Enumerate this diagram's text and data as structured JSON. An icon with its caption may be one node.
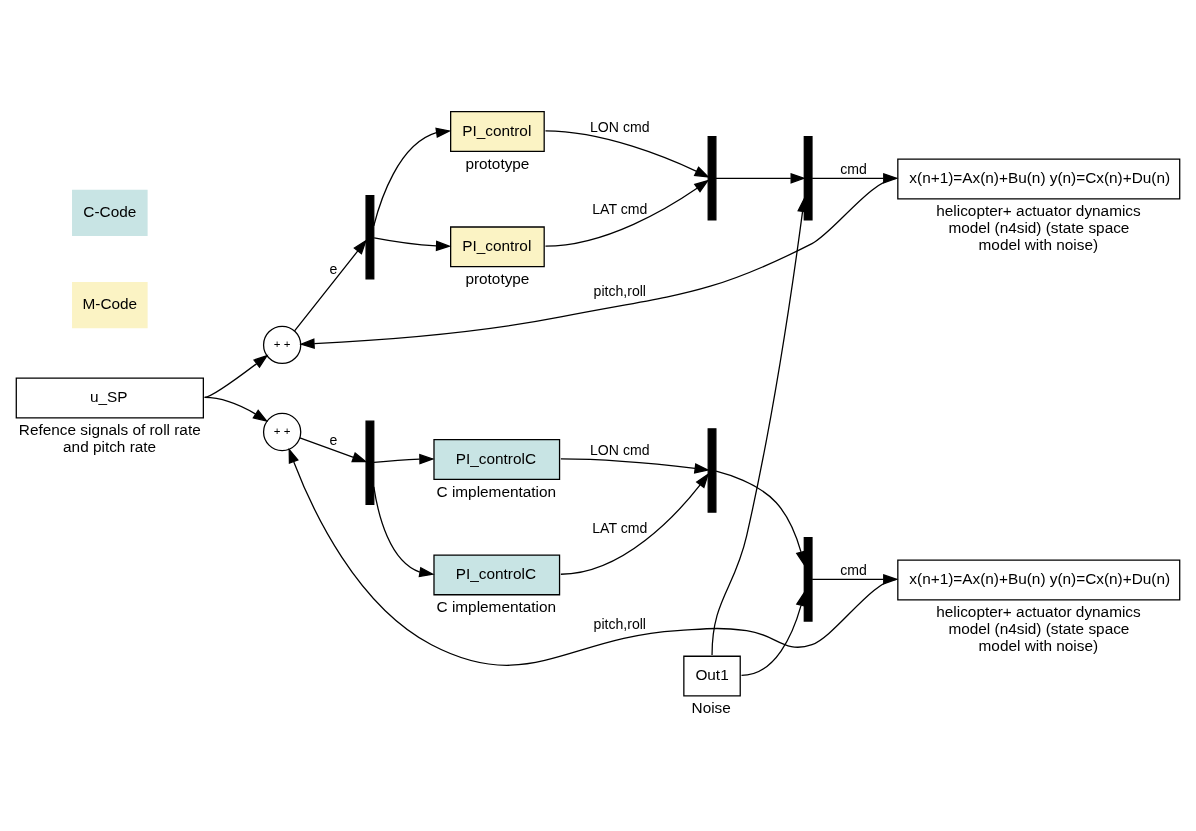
{
  "diagram": {
    "nodes": [
      {
        "text": [
          "u_SP"
        ],
        "beside": [
          "Refence signals of roll rate and pitch rate"
        ]
      },
      {
        "text": [
          "+ +"
        ]
      },
      {
        "text": [],
        "shape": "bar"
      },
      {
        "text": [
          "PI_control"
        ],
        "beside": [
          "prototype"
        ]
      },
      {
        "text": [
          "PI_control"
        ],
        "beside": [
          "prototype"
        ]
      },
      {
        "text": [],
        "shape": "bar"
      },
      {
        "text": [],
        "shape": "bar"
      },
      {
        "text": [
          "x(n+1)=Ax(n)+Bu(n) y(n)=Cx(n)+Du(n)"
        ],
        "beside": [
          "helicopter+ actuator dynamics model (n4sid) (state space model with noise)"
        ]
      },
      {
        "text": [
          "Out1"
        ],
        "beside": [
          "Noise"
        ]
      },
      {
        "text": [
          "+ +"
        ]
      },
      {
        "text": [],
        "shape": "bar"
      },
      {
        "text": [
          "PI_controlC"
        ],
        "beside": [
          "C implementation"
        ]
      },
      {
        "text": [
          "PI_controlC"
        ],
        "beside": [
          "C implementation"
        ]
      },
      {
        "text": [],
        "shape": "bar"
      },
      {
        "text": [],
        "shape": "bar"
      },
      {
        "text": [
          "x(n+1)=Ax(n)+Bu(n) y(n)=Cx(n)+Du(n)"
        ],
        "beside": [
          "helicopter+ actuator dynamics model (n4sid) (state space model with noise)"
        ]
      }
    ],
    "edges": [
      {
        "from": 0,
        "to": 1,
        "arrow": "to"
      },
      {
        "from": 0,
        "to": 9,
        "arrow": "to"
      },
      {
        "from": 1,
        "to": 2,
        "arrow": "to",
        "label": "e"
      },
      {
        "from": 2,
        "to": 3,
        "arrow": "to"
      },
      {
        "from": 2,
        "to": 4,
        "arrow": "to"
      },
      {
        "from": 3,
        "to": 5,
        "arrow": "to",
        "label": "LON cmd"
      },
      {
        "from": 4,
        "to": 5,
        "arrow": "to",
        "label": "LAT cmd"
      },
      {
        "from": 5,
        "to": 6,
        "arrow": "to"
      },
      {
        "from": 6,
        "to": 7,
        "arrow": "to",
        "label": "cmd"
      },
      {
        "from": 7,
        "to": 1,
        "arrow": "to",
        "label": "pitch,roll"
      },
      {
        "from": 8,
        "to": 6,
        "arrow": "to"
      },
      {
        "from": 8,
        "to": 14,
        "arrow": "to"
      },
      {
        "from": 9,
        "to": 10,
        "arrow": "to",
        "label": "e"
      },
      {
        "from": 10,
        "to": 11,
        "arrow": "to"
      },
      {
        "from": 10,
        "to": 12,
        "arrow": "to"
      },
      {
        "from": 11,
        "to": 13,
        "arrow": "to",
        "label": "LON cmd"
      },
      {
        "from": 12,
        "to": 13,
        "arrow": "to",
        "label": "LAT cmd"
      },
      {
        "from": 13,
        "to": 14,
        "arrow": "to"
      },
      {
        "from": 14,
        "to": 15,
        "arrow": "to",
        "label": "cmd"
      },
      {
        "from": 15,
        "to": 9,
        "arrow": "to",
        "label": "pitch,roll"
      }
    ],
    "labels": [
      "M-Code",
      "C-Code"
    ]
  }
}
